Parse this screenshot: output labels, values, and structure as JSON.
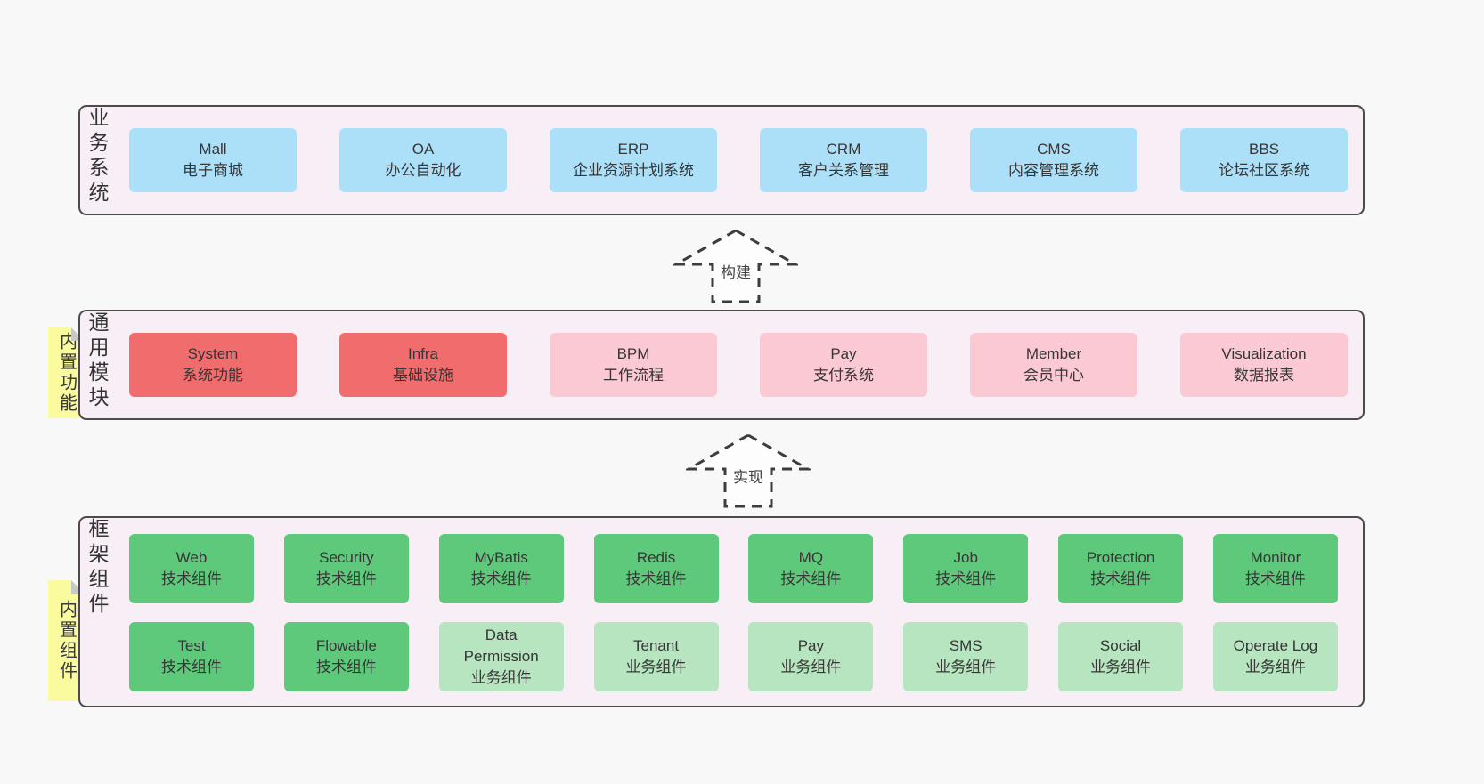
{
  "colors": {
    "page_background": "#f8f8f8",
    "layer_fill": "#f8eef6",
    "layer_border": "#4b4b4b",
    "blue_box": "#ace0f9",
    "red_box": "#f16c6c",
    "pink_box": "#fbc9d4",
    "green_box": "#5ec97b",
    "light_green_box": "#b7e5c0",
    "sticky_note": "#fafa9e",
    "note_fold": "#c8c8c8"
  },
  "layer1": {
    "label": "业务系统",
    "boxes": [
      {
        "title": "Mall",
        "subtitle": "电子商城"
      },
      {
        "title": "OA",
        "subtitle": "办公自动化"
      },
      {
        "title": "ERP",
        "subtitle": "企业资源计划系统"
      },
      {
        "title": "CRM",
        "subtitle": "客户关系管理"
      },
      {
        "title": "CMS",
        "subtitle": "内容管理系统"
      },
      {
        "title": "BBS",
        "subtitle": "论坛社区系统"
      }
    ]
  },
  "arrow1": {
    "label": "构建"
  },
  "layer2": {
    "label": "通用模块",
    "note": "内置功能",
    "boxes": [
      {
        "title": "System",
        "subtitle": "系统功能"
      },
      {
        "title": "Infra",
        "subtitle": "基础设施"
      },
      {
        "title": "BPM",
        "subtitle": "工作流程"
      },
      {
        "title": "Pay",
        "subtitle": "支付系统"
      },
      {
        "title": "Member",
        "subtitle": "会员中心"
      },
      {
        "title": "Visualization",
        "subtitle": "数据报表"
      }
    ]
  },
  "arrow2": {
    "label": "实现"
  },
  "layer3": {
    "label": "框架组件",
    "note": "内置组件",
    "row1": [
      {
        "title": "Web",
        "subtitle": "技术组件"
      },
      {
        "title": "Security",
        "subtitle": "技术组件"
      },
      {
        "title": "MyBatis",
        "subtitle": "技术组件"
      },
      {
        "title": "Redis",
        "subtitle": "技术组件"
      },
      {
        "title": "MQ",
        "subtitle": "技术组件"
      },
      {
        "title": "Job",
        "subtitle": "技术组件"
      },
      {
        "title": "Protection",
        "subtitle": "技术组件"
      },
      {
        "title": "Monitor",
        "subtitle": "技术组件"
      }
    ],
    "row2": [
      {
        "title": "Test",
        "subtitle": "技术组件"
      },
      {
        "title": "Flowable",
        "subtitle": "技术组件"
      },
      {
        "title": "Data Permission",
        "subtitle": "业务组件"
      },
      {
        "title": "Tenant",
        "subtitle": "业务组件"
      },
      {
        "title": "Pay",
        "subtitle": "业务组件"
      },
      {
        "title": "SMS",
        "subtitle": "业务组件"
      },
      {
        "title": "Social",
        "subtitle": "业务组件"
      },
      {
        "title": "Operate Log",
        "subtitle": "业务组件"
      }
    ]
  }
}
